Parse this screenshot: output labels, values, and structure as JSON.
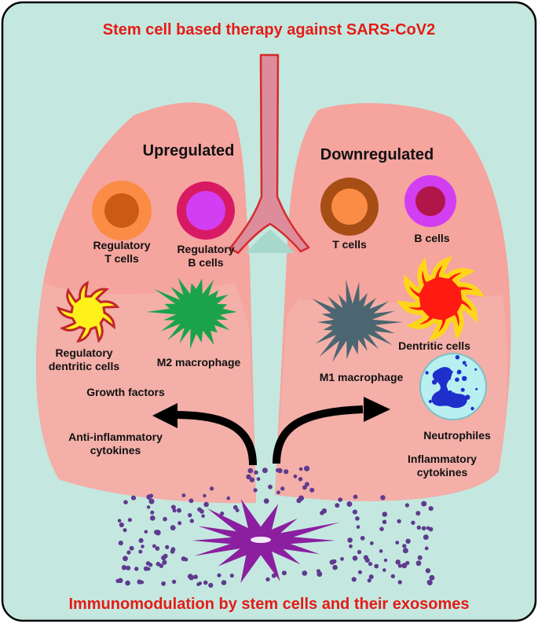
{
  "title": "Stem cell based therapy against SARS-CoV2",
  "footer": "Immunomodulation by stem cells and their exosomes",
  "upregulated": {
    "heading": "Upregulated",
    "regulatory_t_cells": [
      "Regulatory",
      "T cells"
    ],
    "regulatory_b_cells": [
      "Regulatory",
      "B cells"
    ],
    "regulatory_dendritic_cells": [
      "Regulatory",
      "dentritic cells"
    ],
    "m2_macrophage": "M2 macrophage",
    "growth_factors": "Growth factors",
    "anti_inflammatory": [
      "Anti-inflammatory",
      "cytokines"
    ]
  },
  "downregulated": {
    "heading": "Downregulated",
    "t_cells": "T cells",
    "b_cells": "B cells",
    "dendritic_cells": "Dentritic cells",
    "m1_macrophage": "M1 macrophage",
    "neutrophiles": "Neutrophiles",
    "inflammatory": [
      "Inflammatory",
      "cytokines"
    ]
  },
  "colors": {
    "background": "#c4e8df",
    "lung": "#f5a49e",
    "lung_lower": "#f2aaa5",
    "trachea": "#dd8c9b",
    "trachea_outline": "#d42b2b",
    "title_red": "#e51b17",
    "stem_cell": "#8b1fa0",
    "exosome": "#5f3a8f",
    "m2_macrophage": "#1aa34a",
    "m1_macrophage": "#4b6670",
    "dendritic_regulatory": "#fff21a",
    "dendritic_down": "#ff1a12",
    "neutrophil_bg": "#b8f0f2",
    "neutrophil_nucleus": "#1f2fcc"
  }
}
